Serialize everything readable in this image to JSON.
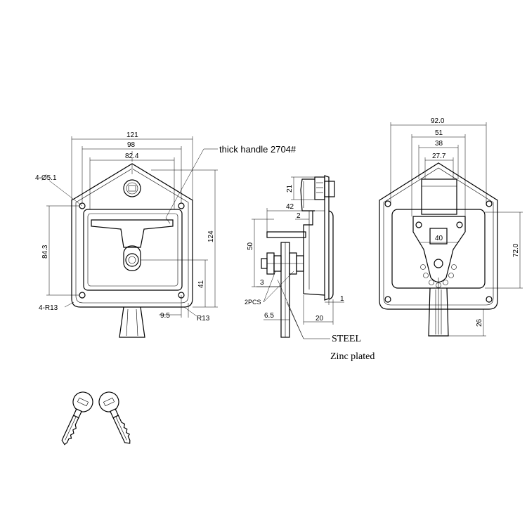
{
  "drawing": {
    "callouts": {
      "handle": "thick handle 2704#",
      "material": "STEEL",
      "finish": "Zinc plated"
    },
    "front_view": {
      "width_overall": "121",
      "width_holes": "98",
      "width_inner": "82.4",
      "height_overall": "124",
      "height_holes": "84.3",
      "height_lower": "41",
      "offset": "9.5",
      "holes": "4-Ø5.1",
      "corner_radius": "4-R13",
      "radius": "R13"
    },
    "side_view": {
      "cam_height": "21",
      "depth": "42",
      "gap": "2",
      "height": "50",
      "offset": "3",
      "qty": "2PCS",
      "thickness": "1",
      "bar": "6.5",
      "flange": "20"
    },
    "rear_view": {
      "width_overall": "92.0",
      "width_a": "51",
      "width_b": "38",
      "width_c": "27.7",
      "inner": "40",
      "height": "72.0",
      "tail": "26"
    }
  }
}
